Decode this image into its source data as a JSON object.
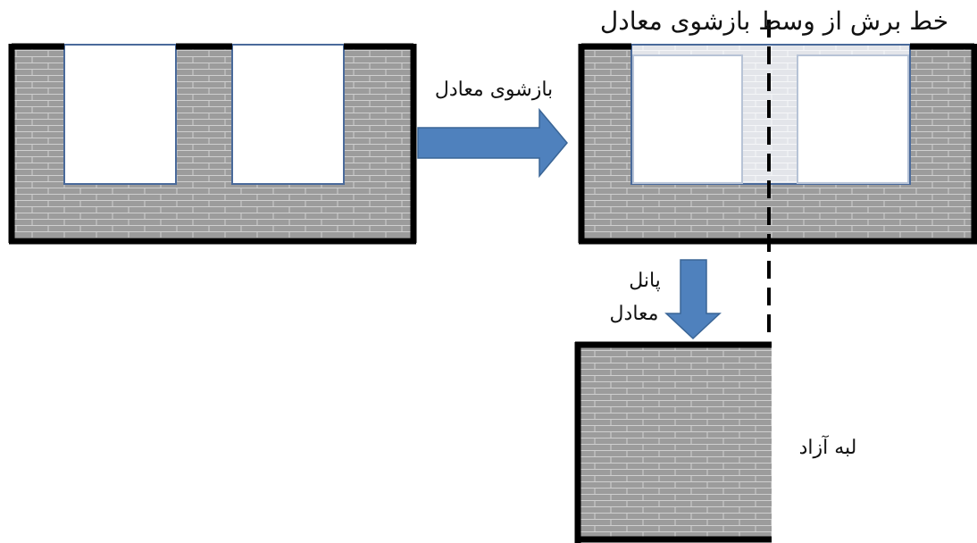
{
  "labels": {
    "cut_line": "خط برش از وسط بازشوی معادل",
    "equivalent_opening": "بازشوی معادل",
    "equivalent_panel_line1": "پانل",
    "equivalent_panel_line2": "معادل",
    "free_edge": "لبه آزاد"
  },
  "colors": {
    "wall_fill": "#9c9c9c",
    "brick_joint": "#d0d0d0",
    "wall_border": "#000000",
    "opening_border": "#4a6a9b",
    "arrow_fill": "#4f81bd",
    "arrow_stroke": "#3a6596",
    "equivalent_opening_fill": "#dfe2e8"
  }
}
